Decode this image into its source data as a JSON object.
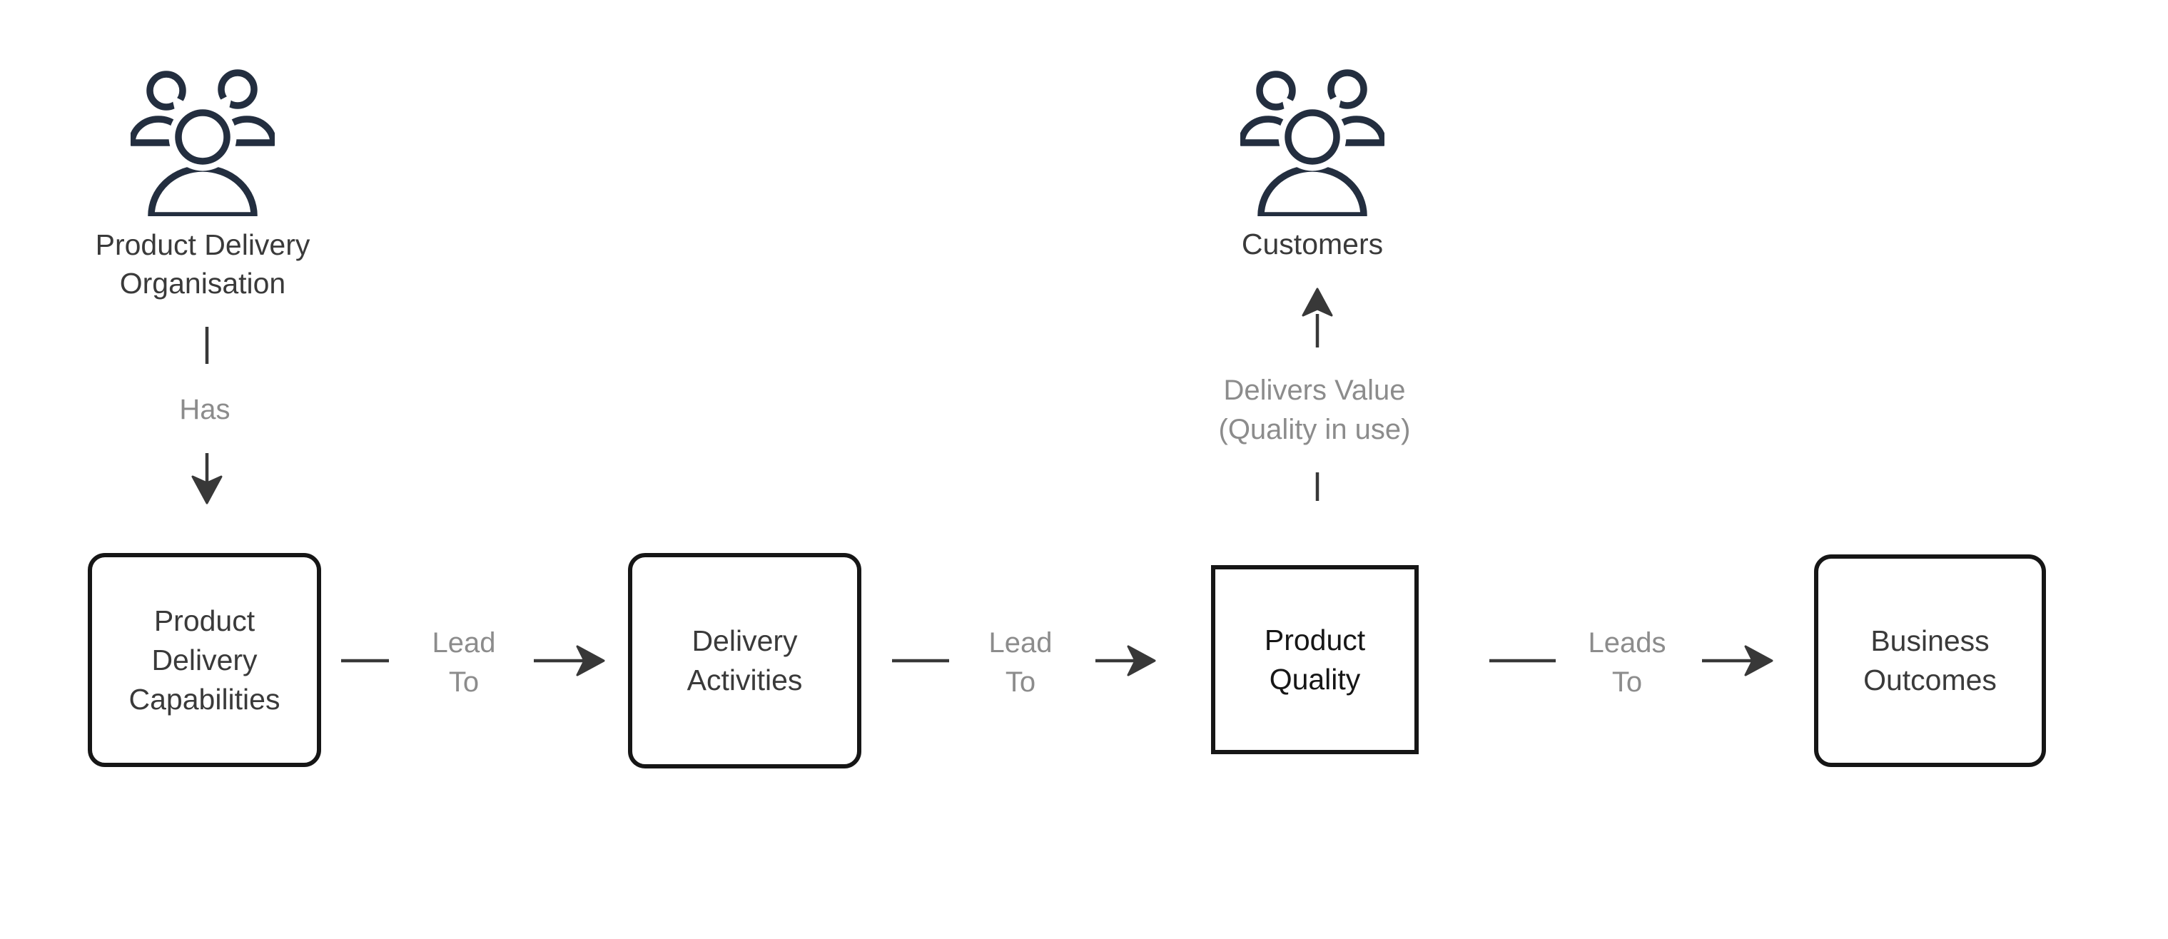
{
  "diagram": {
    "background": "#ffffff",
    "colors": {
      "icon": "#232e3f",
      "box_border": "#161616",
      "box_text": "#3a3a3a",
      "box_text_emphasis": "#161616",
      "connector": "#383838",
      "connector_label": "#8c8c8c",
      "actor_label": "#3a3a3a"
    },
    "actors": [
      {
        "id": "product-delivery-organisation",
        "icon": "people-group-icon",
        "label": "Product Delivery\nOrganisation"
      },
      {
        "id": "customers",
        "icon": "people-group-icon",
        "label": "Customers"
      }
    ],
    "boxes": [
      {
        "id": "product-delivery-capabilities",
        "shape": "rounded-rectangle",
        "label": "Product\nDelivery\nCapabilities"
      },
      {
        "id": "delivery-activities",
        "shape": "rounded-rectangle",
        "label": "Delivery\nActivities"
      },
      {
        "id": "product-quality",
        "shape": "rectangle",
        "label": "Product\nQuality"
      },
      {
        "id": "business-outcomes",
        "shape": "rounded-rectangle",
        "label": "Business\nOutcomes"
      }
    ],
    "connectors": [
      {
        "id": "has",
        "from": "product-delivery-organisation",
        "to": "product-delivery-capabilities",
        "direction": "down",
        "label": "Has"
      },
      {
        "id": "lead-to-1",
        "from": "product-delivery-capabilities",
        "to": "delivery-activities",
        "direction": "right",
        "label": "Lead\nTo"
      },
      {
        "id": "lead-to-2",
        "from": "delivery-activities",
        "to": "product-quality",
        "direction": "right",
        "label": "Lead\nTo"
      },
      {
        "id": "leads-to",
        "from": "product-quality",
        "to": "business-outcomes",
        "direction": "right",
        "label": "Leads\nTo"
      },
      {
        "id": "delivers-value",
        "from": "product-quality",
        "to": "customers",
        "direction": "up",
        "label": "Delivers Value\n(Quality in use)"
      }
    ]
  }
}
